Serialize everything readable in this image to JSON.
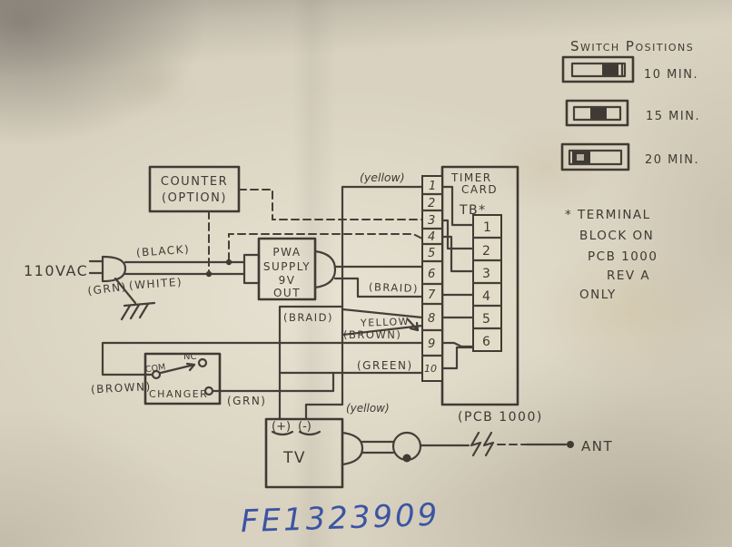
{
  "legend": {
    "title": "Switch Positions",
    "items": [
      {
        "label": "10 MIN.",
        "knob_position": "right"
      },
      {
        "label": "15 MIN.",
        "knob_position": "middle"
      },
      {
        "label": "20 MIN.",
        "knob_position": "left"
      }
    ]
  },
  "note": {
    "lines": [
      "* TERMINAL",
      "BLOCK ON",
      "PCB 1000",
      "REV A",
      "ONLY"
    ]
  },
  "source": {
    "label": "110VAC"
  },
  "counter": {
    "line1": "COUNTER",
    "line2": "(OPTION)"
  },
  "power_supply": {
    "line1": "PWA",
    "line2": "SUPPLY",
    "line3": "9V",
    "line4": "OUT"
  },
  "timer_card": {
    "title_line1": "TIMER",
    "title_line2": "CARD",
    "terminal_block_label": "TB*",
    "pcb_label": "(PCB 1000)",
    "edge_pins": [
      "1",
      "2",
      "3",
      "4",
      "5",
      "6",
      "7",
      "8",
      "9",
      "10"
    ],
    "terminal_block_cells": [
      "1",
      "2",
      "3",
      "4",
      "5",
      "6"
    ]
  },
  "changer": {
    "label": "CHANGER",
    "com_label": "COM",
    "nc_label": "NC"
  },
  "tv": {
    "label": "TV",
    "plus_label": "(+)",
    "minus_label": "(-)"
  },
  "antenna": {
    "label": "ANT"
  },
  "wire_labels": {
    "black": "(BLACK)",
    "white": "(WHITE)",
    "grn_plug": "(GRN)",
    "yellow_top": "(yellow)",
    "braid_right": "(BRAID)",
    "braid_left": "(BRAID)",
    "yellow_mid": "YELLOW",
    "brown_right": "(BROWN)",
    "green": "(GREEN)",
    "brown_left": "(BROWN)",
    "grn_changer": "(GRN)",
    "yellow_tv": "(yellow)"
  },
  "handwritten_id": "FE1323909",
  "colors": {
    "ink": "#3f3a33",
    "blue_ink": "#3b54a3",
    "paper": "#d9d2c0"
  }
}
